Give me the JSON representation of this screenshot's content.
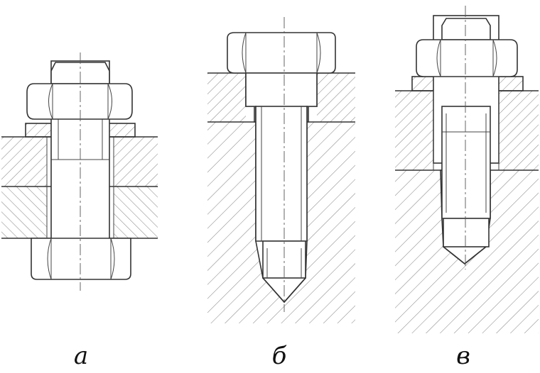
{
  "figure": {
    "panels": [
      {
        "id": "a",
        "caption": "а"
      },
      {
        "id": "b",
        "caption": "б"
      },
      {
        "id": "v",
        "caption": "в"
      }
    ],
    "colors": {
      "line": "#333333",
      "hatch": "#8a8a8a",
      "background": "#ffffff"
    }
  }
}
